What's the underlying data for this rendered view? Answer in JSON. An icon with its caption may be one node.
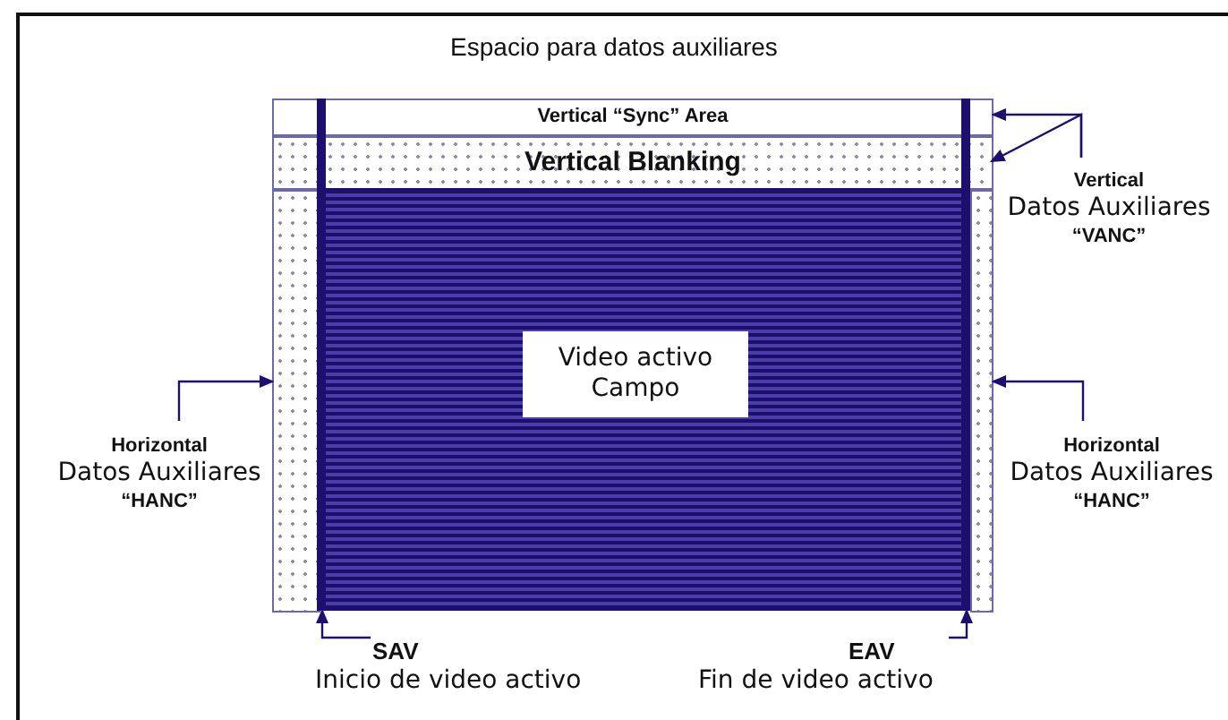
{
  "diagram": {
    "title": "Espacio para datos auxiliares",
    "nodes": [
      {
        "text": [
          "Vertical “Sync” Area"
        ]
      },
      {
        "text": [
          "Vertical Blanking"
        ]
      },
      {
        "text": [],
        "shape": "bar"
      },
      {
        "text": [],
        "shape": "bar"
      },
      {
        "text": [],
        "shape": "box"
      },
      {
        "text": [
          "Video activo Campo"
        ],
        "in": 4
      },
      {
        "text": [],
        "shape": "bar"
      },
      {
        "text": [],
        "shape": "bar"
      },
      {
        "text": [
          "Vertical",
          "Datos Auxiliares",
          "“VANC”"
        ]
      },
      {
        "text": [
          "Horizontal",
          "Datos Auxiliares",
          "“HANC”"
        ]
      },
      {
        "text": [
          "Horizontal",
          "Datos Auxiliares",
          "“HANC”"
        ]
      },
      {
        "text": [
          "SAV",
          "Inicio de video activo"
        ]
      },
      {
        "text": [
          "EAV",
          "Fin de video activo"
        ]
      }
    ],
    "edges": [
      {
        "from": 8,
        "to": 0,
        "arrow": "to"
      },
      {
        "from": 8,
        "to": 1,
        "arrow": "to"
      },
      {
        "from": 9,
        "to": 2,
        "arrow": "to"
      },
      {
        "from": 10,
        "to": 7,
        "arrow": "to"
      },
      {
        "from": 11,
        "to": 3,
        "arrow": "to"
      },
      {
        "from": 12,
        "to": 6,
        "arrow": "to"
      }
    ]
  }
}
